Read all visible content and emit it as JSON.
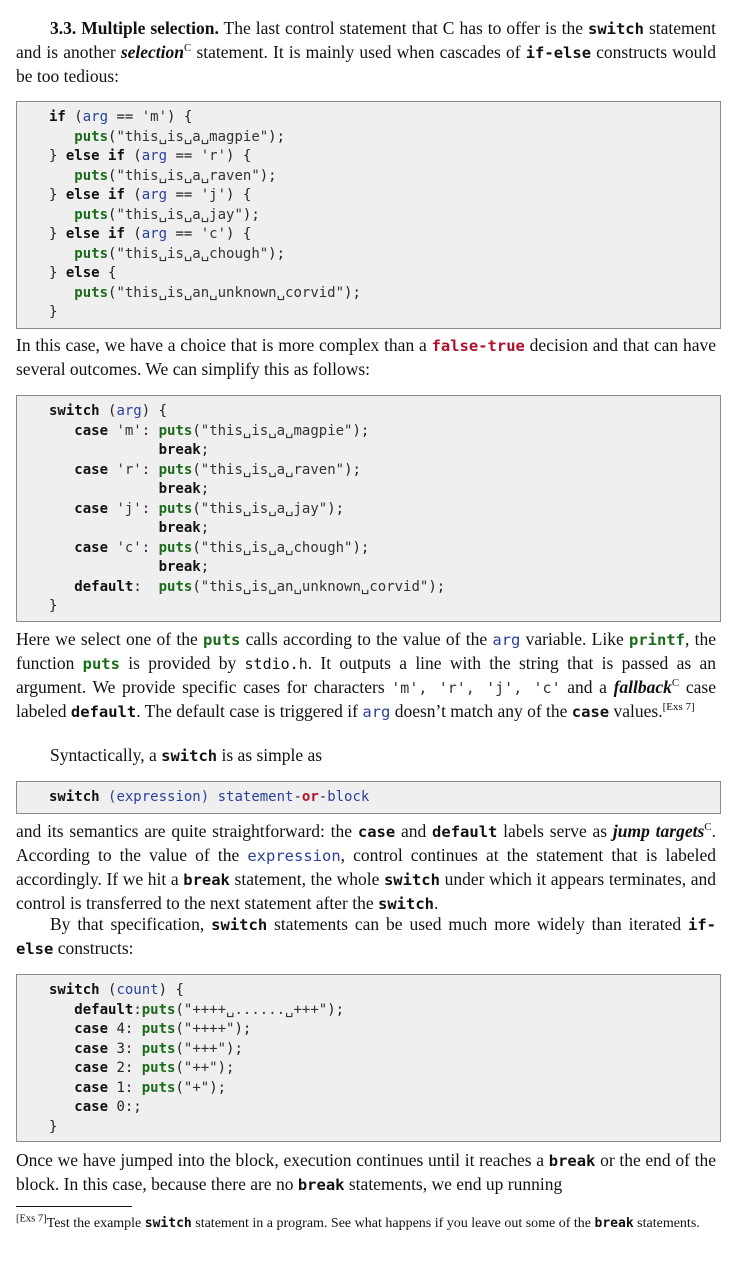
{
  "section": {
    "number": "3.3.",
    "title": "Multiple selection.",
    "intro_a": " The last control statement that C has to offer is the ",
    "intro_switch": "switch",
    "intro_b": " statement and is another ",
    "intro_term": "selection",
    "intro_term_mark": "C",
    "intro_c": " statement. It is mainly used when cascades of ",
    "intro_ifelse": "if-else",
    "intro_d": " constructs would be too tedious:"
  },
  "code_ifelse": [
    "if (arg == 'm') {",
    "   puts(\"this␣is␣a␣magpie\");",
    "} else if (arg == 'r') {",
    "   puts(\"this␣is␣a␣raven\");",
    "} else if (arg == 'j') {",
    "   puts(\"this␣is␣a␣jay\");",
    "} else if (arg == 'c') {",
    "   puts(\"this␣is␣a␣chough\");",
    "} else {",
    "   puts(\"this␣is␣an␣unknown␣corvid\");",
    "}"
  ],
  "para2": {
    "a": "In this case, we have a choice that is more complex than a ",
    "false_true": "false-true",
    "b": " decision and that can have several outcomes. We can simplify this as follows:"
  },
  "code_switch1": [
    "switch (arg) {",
    "   case 'm': puts(\"this␣is␣a␣magpie\");",
    "             break;",
    "   case 'r': puts(\"this␣is␣a␣raven\");",
    "             break;",
    "   case 'j': puts(\"this␣is␣a␣jay\");",
    "             break;",
    "   case 'c': puts(\"this␣is␣a␣chough\");",
    "             break;",
    "   default:  puts(\"this␣is␣an␣unknown␣corvid\");",
    "}"
  ],
  "para3": {
    "a": "Here we select one of the ",
    "puts": "puts",
    "b": " calls according to the value of the ",
    "arg": "arg",
    "c": " variable. Like ",
    "printf": "printf",
    "d": ", the function ",
    "puts2": "puts",
    "e": " is provided by ",
    "stdio": "stdio.h",
    "f": ". It outputs a line with the string that is passed as an argument. We provide specific cases for characters ",
    "chars": "'m', 'r', 'j', 'c'",
    "g": " and a ",
    "fallback": "fallback",
    "fallback_mark": "C",
    "h": " case labeled ",
    "default": "default",
    "i": ". The default case is triggered if ",
    "arg2": "arg",
    "j": " doesn’t match any of the ",
    "case": "case",
    "k": " values.",
    "exs_ref": "[Exs 7]"
  },
  "para4": {
    "a": "Syntactically, a ",
    "switch": "switch",
    "b": " is as simple as"
  },
  "code_syntax": "switch (expression) statement-or-block",
  "para5": {
    "a": "and its semantics are quite straightforward: the ",
    "case": "case",
    "b": " and ",
    "default": "default",
    "c": " labels serve as ",
    "jump": "jump targets",
    "jump_mark": "C",
    "d": ". According to the value of the ",
    "expression": "expression",
    "e": ", control continues at the statement that is labeled accordingly. If we hit a ",
    "break": "break",
    "f": " statement, the whole ",
    "switch": "switch",
    "g": " under which it appears terminates, and control is transferred to the next statement after the ",
    "switch2": "switch",
    "h": "."
  },
  "para6": {
    "a": "By that specification, ",
    "switch": "switch",
    "b": " statements can be used much more widely than iterated ",
    "ifelse": "if-else",
    "c": " constructs:"
  },
  "code_switch2": [
    "switch (count) {",
    "   default:puts(\"++++␣......␣+++\");",
    "   case 4: puts(\"++++\");",
    "   case 3: puts(\"+++\");",
    "   case 2: puts(\"++\");",
    "   case 1: puts(\"+\");",
    "   case 0:;",
    "}"
  ],
  "para7": {
    "a": "Once we have jumped into the block, execution continues until it reaches a ",
    "break": "break",
    "b": " or the end of the block. In this case, because there are no ",
    "break2": "break",
    "c": " statements, we end up running"
  },
  "footnote": {
    "ref": "[Exs 7]",
    "a": "Test the example ",
    "switch": "switch",
    "b": " statement in a program. See what happens if you leave out some of the ",
    "break": "break",
    "c": " statements."
  }
}
